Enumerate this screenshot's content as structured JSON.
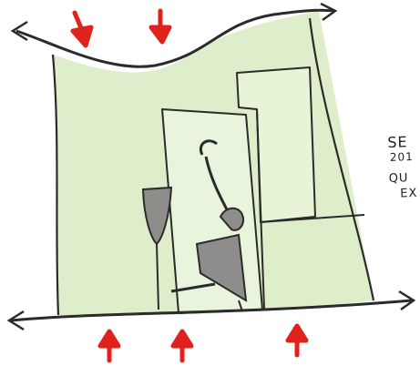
{
  "annotation": {
    "lines": [
      "SE",
      "201",
      "QU",
      "EX"
    ]
  },
  "colors": {
    "ink": "#2b2b2b",
    "arrow": "#e0221c",
    "zone_fill": "#dfeeca",
    "courtyard_fill": "#e7f3d8",
    "tower_fill": "#8f8d8b",
    "paper": "#ffffff"
  },
  "icons": {
    "arrow": "arrow-down-icon",
    "figure": "sculpture-figure-icon",
    "goblet": "goblet-icon"
  }
}
